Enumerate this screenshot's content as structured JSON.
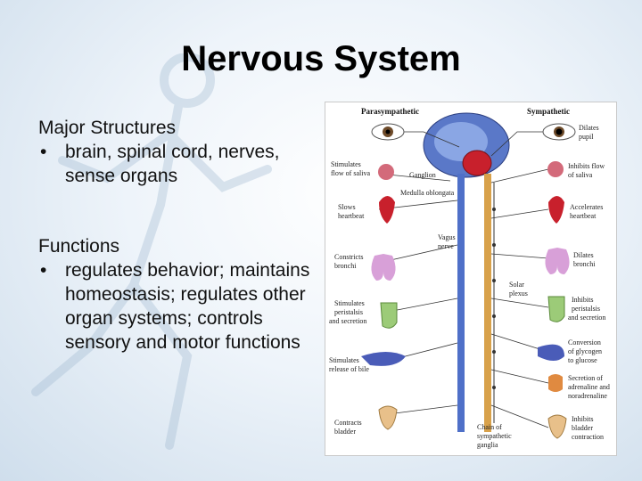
{
  "slide": {
    "title": "Nervous System"
  },
  "structures": {
    "heading": "Major Structures",
    "items": [
      "brain, spinal cord, nerves, sense organs"
    ]
  },
  "functions": {
    "heading": "Functions",
    "items": [
      "regulates behavior; maintains homeostasis; regulates other organ systems; controls sensory and motor functions"
    ]
  },
  "diagram": {
    "header_left": "Parasympathetic",
    "header_right": "Sympathetic",
    "center": {
      "ganglion": "Ganglion",
      "medulla": "Medulla oblongata",
      "vagus": [
        "Vagus",
        "nerve"
      ],
      "solar": [
        "Solar",
        "plexus"
      ],
      "chain": [
        "Chain of",
        "sympathetic",
        "ganglia"
      ]
    },
    "left": [
      [
        "Stimulates",
        "flow of saliva"
      ],
      [
        "Slows",
        "heartbeat"
      ],
      [
        "Constricts",
        "bronchi"
      ],
      [
        "Stimulates",
        "peristalsis",
        "and secretion"
      ],
      [
        "Stimulates",
        "release of bile"
      ],
      [
        "Contracts",
        "bladder"
      ]
    ],
    "right": [
      [
        "Dilates",
        "pupil"
      ],
      [
        "Inhibits flow",
        "of saliva"
      ],
      [
        "Accelerates",
        "heartbeat"
      ],
      [
        "Dilates",
        "bronchi"
      ],
      [
        "Inhibits",
        "peristalsis",
        "and secretion"
      ],
      [
        "Conversion",
        "of glycogen",
        "to glucose"
      ],
      [
        "Secretion of",
        "adrenaline and",
        "noradrenaline"
      ],
      [
        "Inhibits",
        "bladder",
        "contraction"
      ]
    ]
  }
}
